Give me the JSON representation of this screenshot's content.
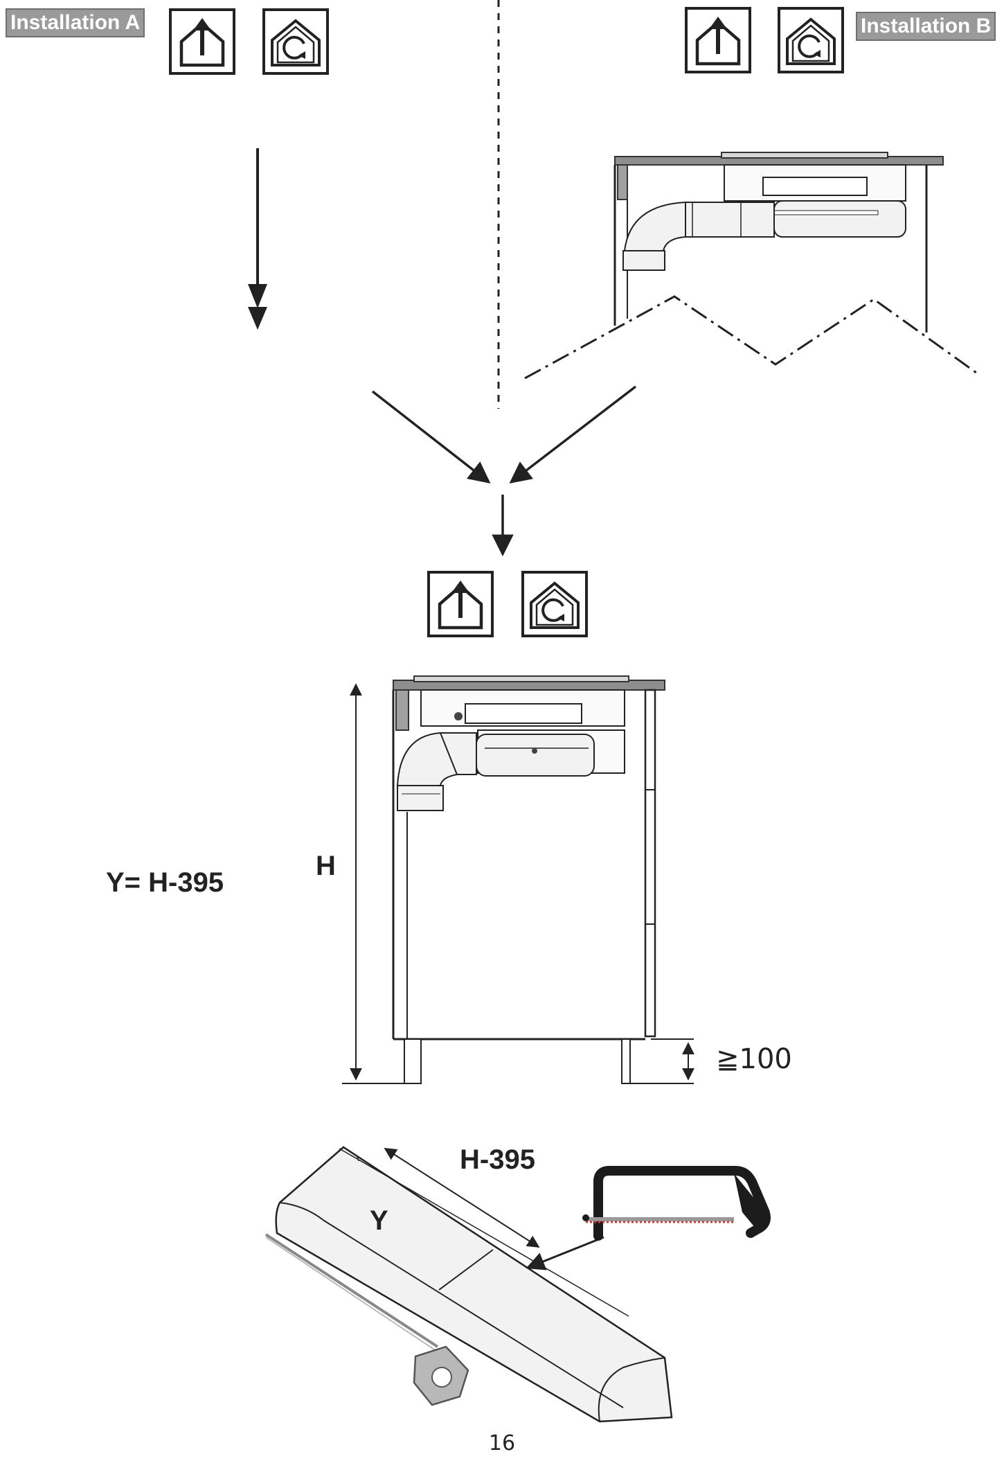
{
  "labels": {
    "installation_a": "Installation A",
    "installation_b": "Installation B",
    "formula": "Y= H-395",
    "height": "H",
    "clearance": "≧100",
    "cut_length": "H-395",
    "duct_y": "Y",
    "page_number": "16"
  },
  "icons": {
    "extraction": "house-arrow-up-icon",
    "recirculation": "house-recirculation-icon"
  },
  "colors": {
    "ink": "#222222",
    "label_bg": "#9a9a9a",
    "label_text": "#ffffff",
    "countertop": "#8e8e8e",
    "duct_fill": "#f2f2f2",
    "saw_frame": "#1c1c1c"
  }
}
